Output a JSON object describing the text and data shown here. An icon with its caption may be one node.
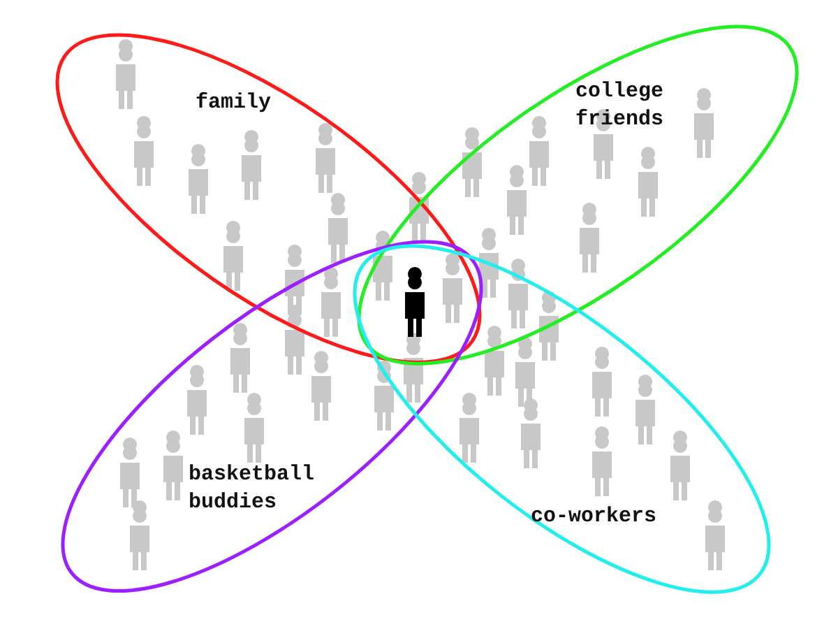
{
  "diagram": {
    "nodes": [
      {
        "text": [
          "family"
        ]
      },
      {
        "text": [
          "college friends"
        ]
      },
      {
        "text": [
          "basketball buddies"
        ]
      },
      {
        "text": [
          "co-workers"
        ]
      }
    ]
  }
}
